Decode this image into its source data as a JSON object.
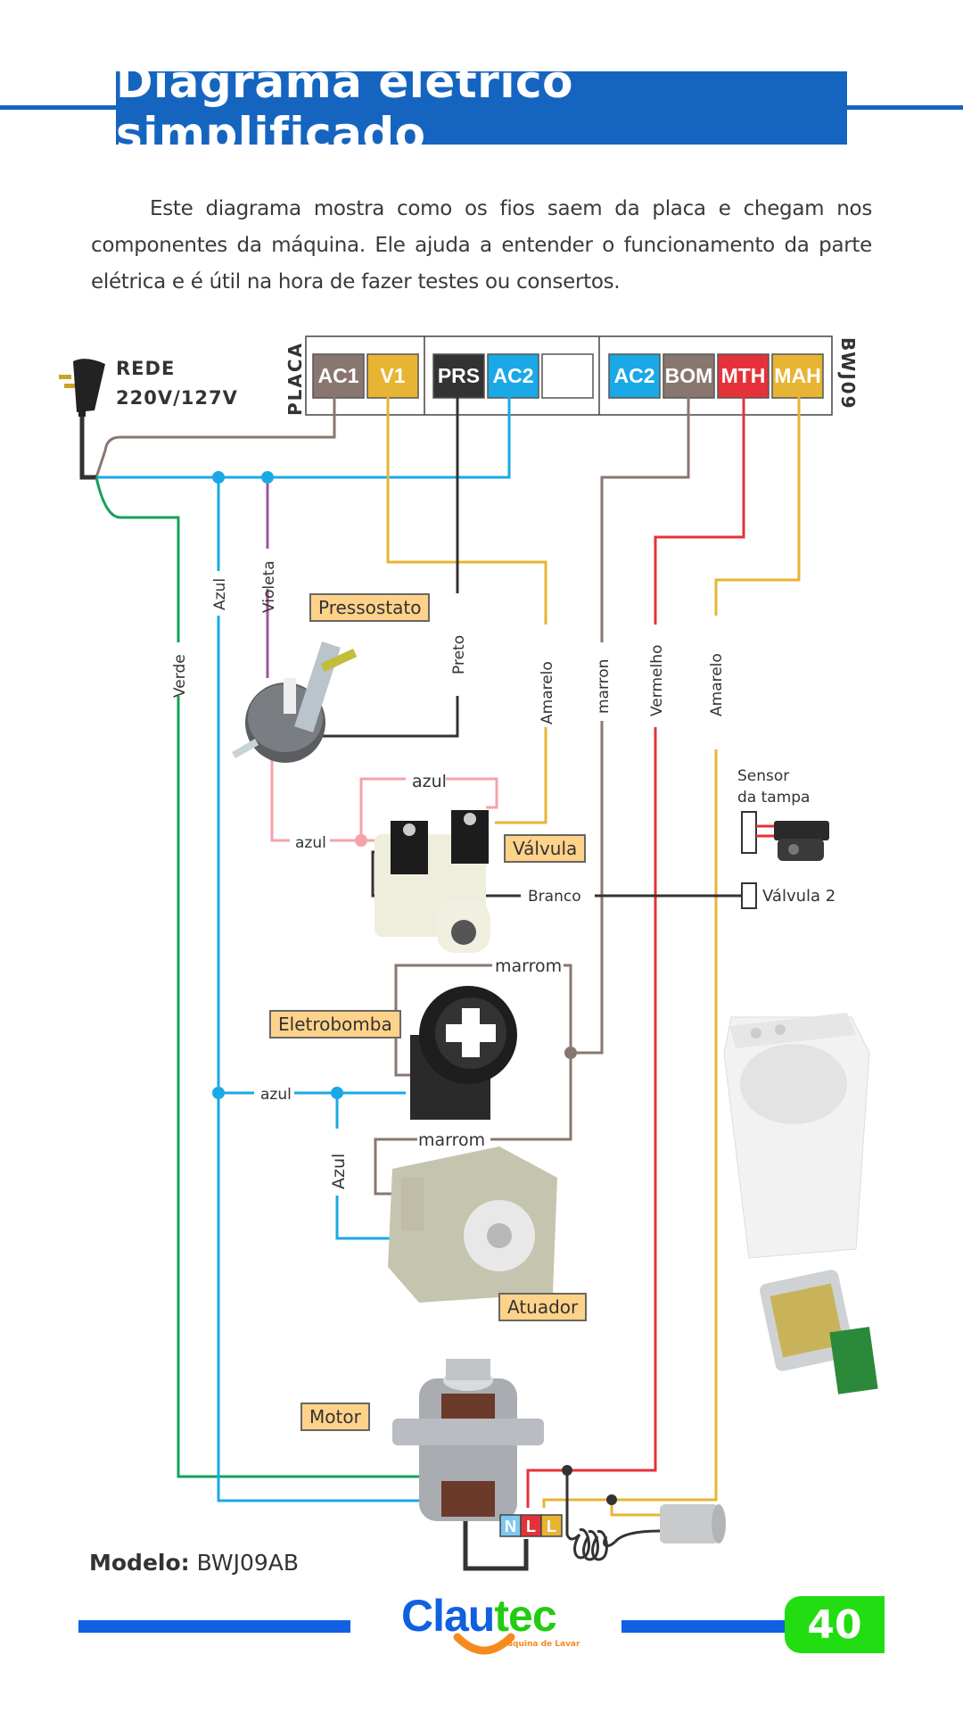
{
  "header": {
    "title": "Diagrama elétrico simplificado",
    "intro": "Este diagrama mostra como os fios saem da placa e chegam nos componentes da máquina. Ele ajuda a entender o funcionamento da parte elétrica e é útil na hora de fazer testes ou consertos."
  },
  "power": {
    "label_line1": "REDE",
    "label_line2": "220V/127V",
    "icon": "power-plug-icon"
  },
  "board": {
    "left_label": "PLACA",
    "right_label": "BWJ09",
    "connectors": [
      {
        "label": "AC1",
        "color": "#8a7670"
      },
      {
        "label": "V1",
        "color": "#e8b434"
      },
      {
        "label": "PRS",
        "color": "#333333"
      },
      {
        "label": "AC2",
        "color": "#1aa9e6"
      },
      {
        "label": "",
        "color": "#ffffff"
      },
      {
        "label": "AC2",
        "color": "#1aa9e6"
      },
      {
        "label": "BOM",
        "color": "#8a7670"
      },
      {
        "label": "MTH",
        "color": "#e5323a"
      },
      {
        "label": "MAH",
        "color": "#e8b434"
      }
    ]
  },
  "wires": {
    "verde": "Verde",
    "azul_v": "Azul",
    "violeta": "Violeta",
    "preto": "Preto",
    "amarelo1": "Amarelo",
    "marron": "marron",
    "vermelho": "Vermelho",
    "amarelo2": "Amarelo",
    "azul_top": "azul",
    "azul_left": "azul",
    "branco": "Branco",
    "marrom_top": "marrom",
    "marrom_bottom": "marrom",
    "azul_pump": "azul",
    "azul_actuator": "Azul"
  },
  "wire_colors": {
    "green": "#16a05a",
    "blue": "#1aa9e6",
    "violet": "#a0559a",
    "black": "#333333",
    "yellow": "#e8b434",
    "brown": "#8a7670",
    "red": "#e5323a",
    "pink": "#f4a3a8"
  },
  "components": {
    "pressostato": "Pressostato",
    "valvula": "Válvula",
    "eletrobomba": "Eletrobomba",
    "atuador": "Atuador",
    "motor": "Motor",
    "sensor_line1": "Sensor",
    "sensor_line2": "da tampa",
    "valvula2": "Válvula 2"
  },
  "motor_terminals": [
    {
      "label": "N",
      "color": "#7cc8f0"
    },
    {
      "label": "L",
      "color": "#e5323a"
    },
    {
      "label": "L",
      "color": "#e8b434"
    }
  ],
  "footer": {
    "modelo_label": "Modelo:",
    "modelo_value": "BWJ09AB",
    "logo_part1": "Clau",
    "logo_part2": "tec",
    "logo_tagline": "Máquina de Lavar",
    "page_number": "40",
    "colors": {
      "brand_blue": "#1160e0",
      "brand_green": "#22dd11",
      "brand_orange": "#f58a1f"
    }
  }
}
